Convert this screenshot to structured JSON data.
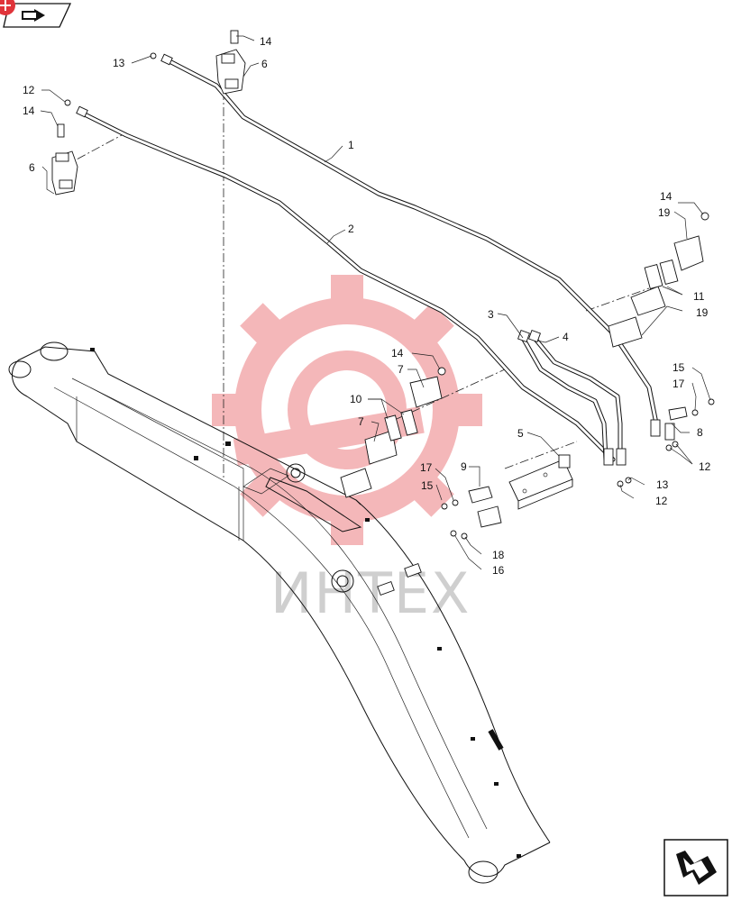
{
  "diagram": {
    "callouts": [
      {
        "id": "c-1",
        "label": "1"
      },
      {
        "id": "c-2",
        "label": "2"
      },
      {
        "id": "c-3",
        "label": "3"
      },
      {
        "id": "c-4",
        "label": "4"
      },
      {
        "id": "c-5",
        "label": "5"
      },
      {
        "id": "c-6a",
        "label": "6"
      },
      {
        "id": "c-6b",
        "label": "6"
      },
      {
        "id": "c-7a",
        "label": "7"
      },
      {
        "id": "c-7b",
        "label": "7"
      },
      {
        "id": "c-8",
        "label": "8"
      },
      {
        "id": "c-9",
        "label": "9"
      },
      {
        "id": "c-10",
        "label": "10"
      },
      {
        "id": "c-11",
        "label": "11"
      },
      {
        "id": "c-12a",
        "label": "12"
      },
      {
        "id": "c-12b",
        "label": "12"
      },
      {
        "id": "c-12c",
        "label": "12"
      },
      {
        "id": "c-13a",
        "label": "13"
      },
      {
        "id": "c-13b",
        "label": "13"
      },
      {
        "id": "c-14a",
        "label": "14"
      },
      {
        "id": "c-14b",
        "label": "14"
      },
      {
        "id": "c-14c",
        "label": "14"
      },
      {
        "id": "c-14d",
        "label": "14"
      },
      {
        "id": "c-15a",
        "label": "15"
      },
      {
        "id": "c-15b",
        "label": "15"
      },
      {
        "id": "c-16",
        "label": "16"
      },
      {
        "id": "c-17a",
        "label": "17"
      },
      {
        "id": "c-17b",
        "label": "17"
      },
      {
        "id": "c-18",
        "label": "18"
      },
      {
        "id": "c-19a",
        "label": "19"
      },
      {
        "id": "c-19b",
        "label": "19"
      }
    ],
    "watermark": {
      "text": "ИНТЕХ",
      "color": "#e0343a"
    },
    "nav": {
      "back_icon": "book-return-icon",
      "next_icon": "page-forward-icon",
      "badge_icon": "plus-badge-icon",
      "badge_color": "#e0343a"
    }
  }
}
